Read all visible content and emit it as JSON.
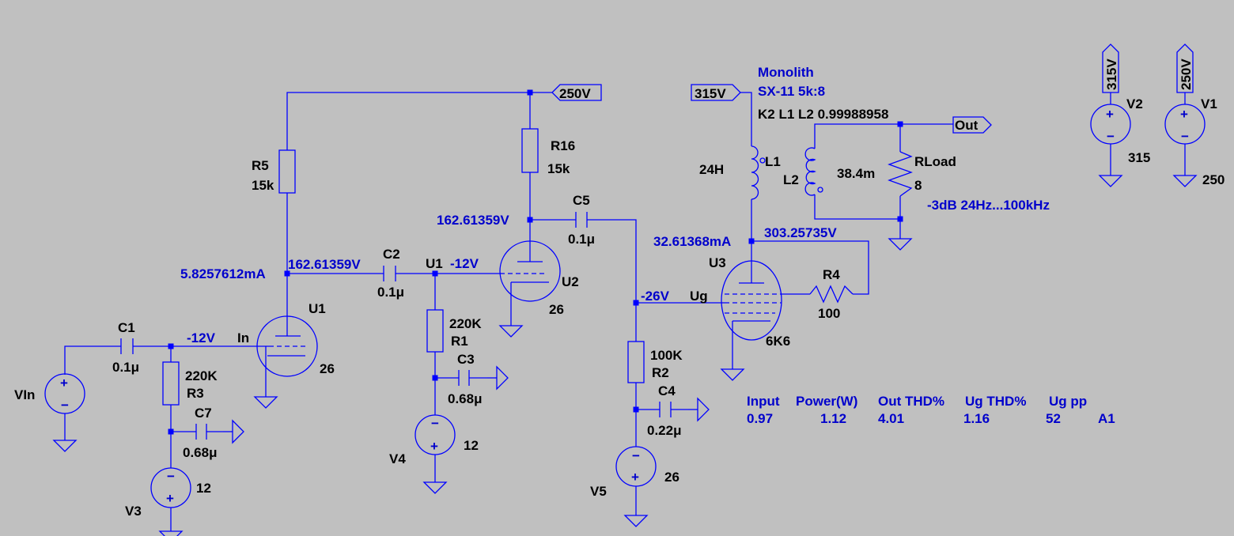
{
  "nets": {
    "b250": "250V",
    "b315": "315V",
    "out": "Out",
    "in": "In",
    "ug": "Ug",
    "v1_flag": "250V",
    "v2_flag": "315V"
  },
  "components": {
    "r5": {
      "name": "R5",
      "value": "15k"
    },
    "r16": {
      "name": "R16",
      "value": "15k"
    },
    "r1": {
      "name": "R1",
      "value": "220K"
    },
    "r2": {
      "name": "R2",
      "value": "100K"
    },
    "r3": {
      "name": "R3",
      "value": "220K"
    },
    "r4": {
      "name": "R4",
      "value": "100"
    },
    "rload": {
      "name": "RLoad",
      "value": "8"
    },
    "c1": {
      "name": "C1",
      "value": "0.1μ"
    },
    "c2": {
      "name": "C2",
      "value": "0.1μ"
    },
    "c3": {
      "name": "C3",
      "value": "0.68μ"
    },
    "c4": {
      "name": "C4",
      "value": "0.22μ"
    },
    "c5": {
      "name": "C5",
      "value": "0.1μ"
    },
    "c7": {
      "name": "C7",
      "value": "0.68μ"
    },
    "l1": {
      "name": "L1",
      "value": "24H"
    },
    "l2": {
      "name": "L2",
      "value": "38.4m"
    },
    "u1": {
      "name": "U1",
      "value": "26"
    },
    "u2": {
      "name": "U2",
      "value": "26"
    },
    "u3": {
      "name": "U3",
      "value": "6K6"
    },
    "u1_node": "U1",
    "v1": {
      "name": "V1",
      "value": "250"
    },
    "v2": {
      "name": "V2",
      "value": "315"
    },
    "v3": {
      "name": "V3",
      "value": "12"
    },
    "v4": {
      "name": "V4",
      "value": "12"
    },
    "v5": {
      "name": "V5",
      "value": "26"
    },
    "vin": {
      "name": "VIn"
    }
  },
  "annotations": {
    "u1_current": "5.8257612mA",
    "u1_plate_v": "162.61359V",
    "u1_grid_v": "-12V",
    "u2_grid_v": "-12V",
    "u2_plate_v": "162.61359V",
    "u3_grid_v": "-26V",
    "u3_current": "32.61368mA",
    "u3_screen_v": "303.25735V",
    "transformer_name": "Monolith",
    "transformer_model": "SX-11 5k:8",
    "coupling": "K2 L1 L2  0.99988958",
    "bandwidth": "-3dB 24Hz...100kHz"
  },
  "results": {
    "headers": [
      "Input",
      "Power(W)",
      "Out THD%",
      "Ug THD%",
      "Ug pp"
    ],
    "values": [
      "0.97",
      "1.12",
      "4.01",
      "1.16",
      "52",
      "A1"
    ]
  }
}
